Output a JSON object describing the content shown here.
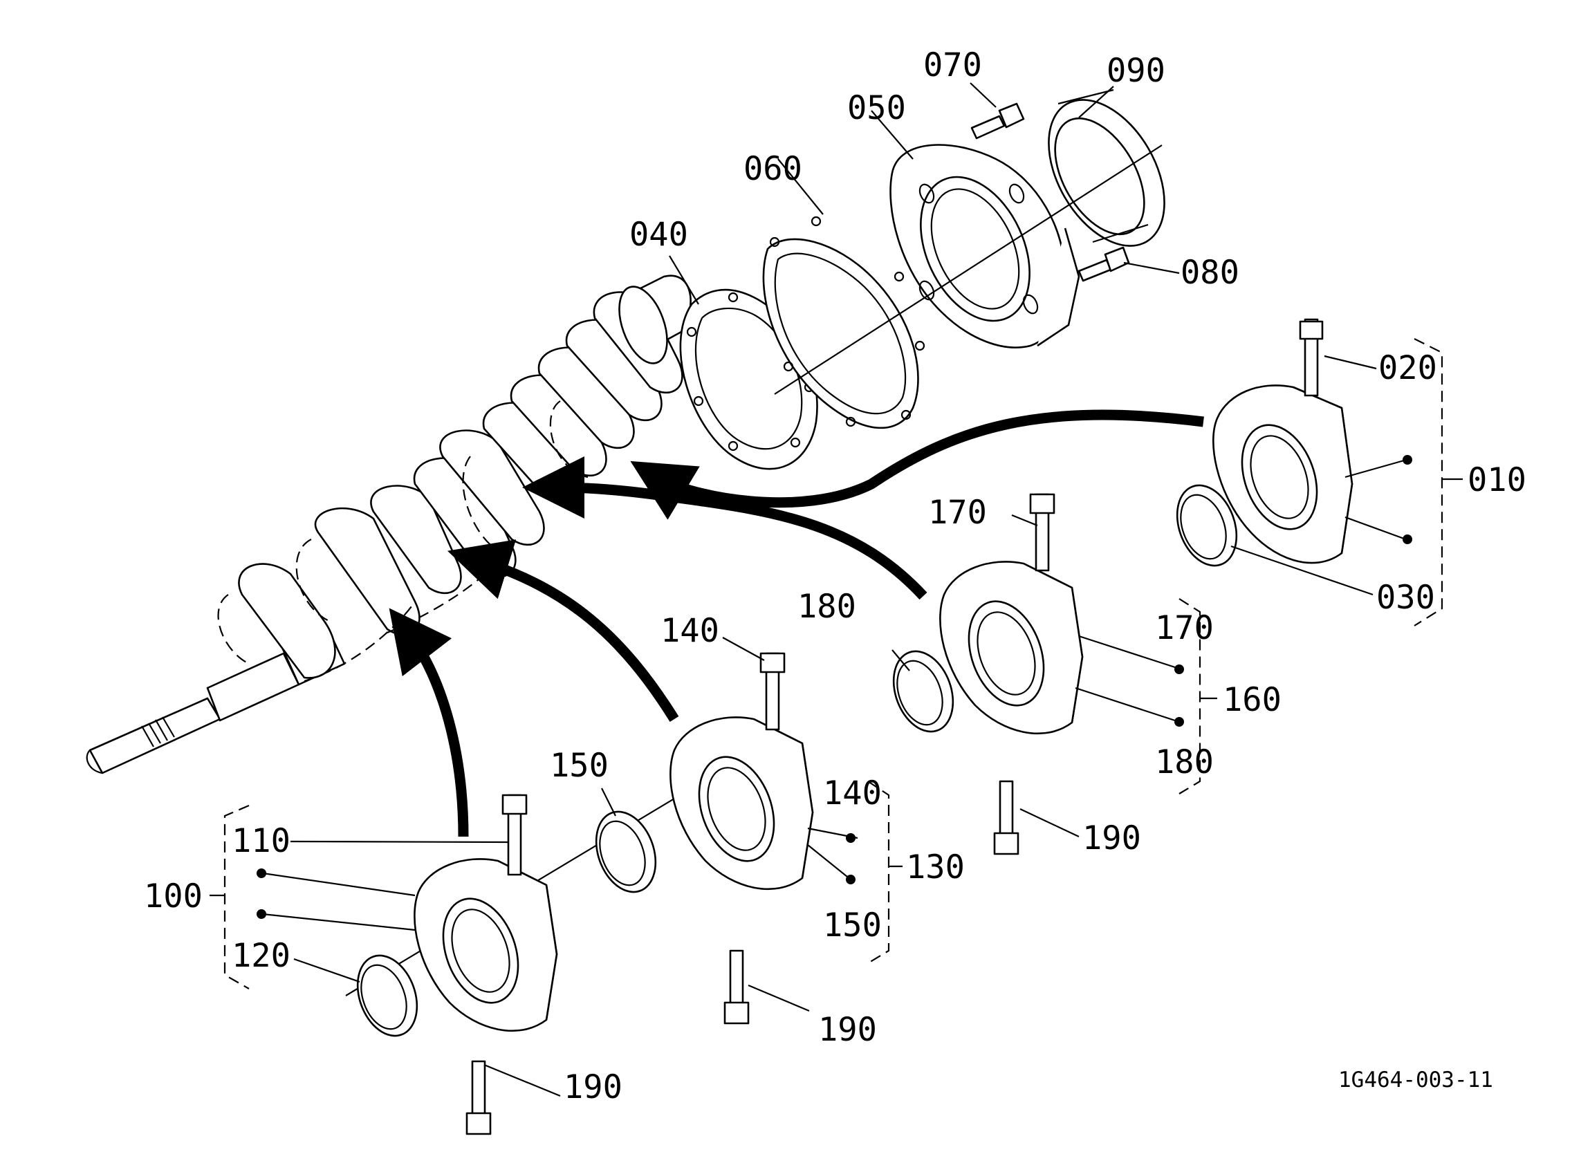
{
  "parts": {
    "p010": "010",
    "p020": "020",
    "p030": "030",
    "p040": "040",
    "p050": "050",
    "p060": "060",
    "p070": "070",
    "p080": "080",
    "p090": "090",
    "p100": "100",
    "p110": "110",
    "p120": "120",
    "p130": "130",
    "p140": "140",
    "p150": "150",
    "p160": "160",
    "p170": "170",
    "p180": "180",
    "p190": "190"
  },
  "drawing_number": "1G464-003-11"
}
